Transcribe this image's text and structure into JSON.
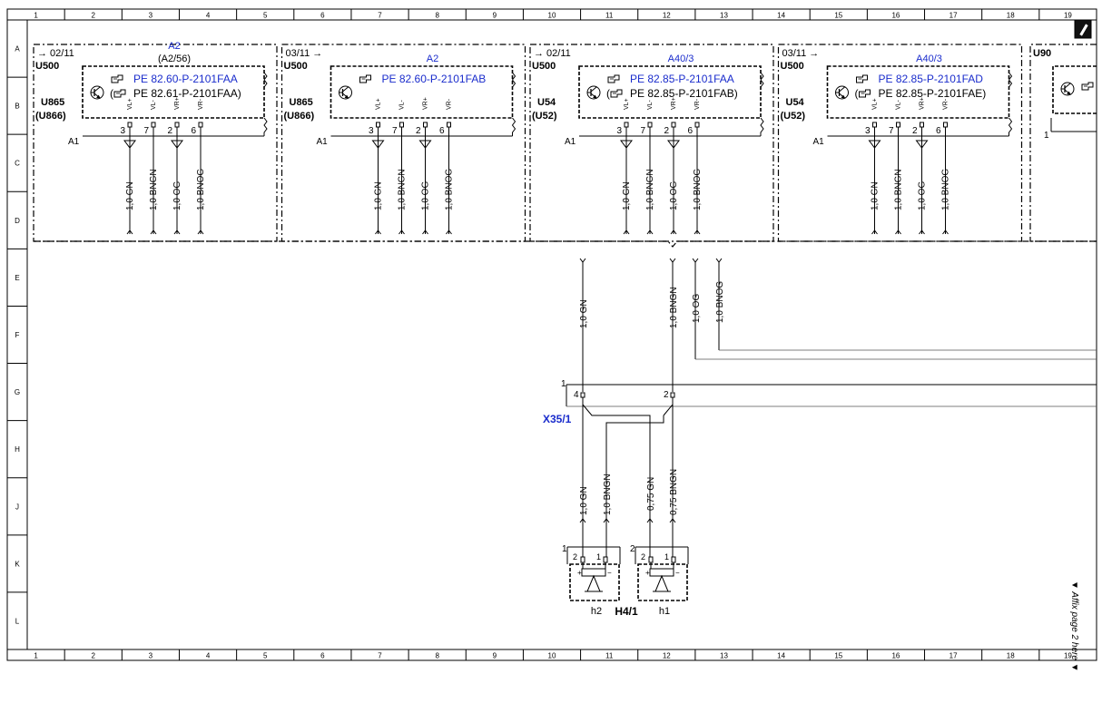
{
  "grid": {
    "columns": [
      "1",
      "2",
      "3",
      "4",
      "5",
      "6",
      "7",
      "8",
      "9",
      "10",
      "11",
      "12",
      "13",
      "14",
      "15",
      "16",
      "17",
      "18",
      "19"
    ],
    "rows": [
      "A",
      "B",
      "C",
      "D",
      "E",
      "F",
      "G",
      "H",
      "J",
      "K",
      "L"
    ]
  },
  "colors": {
    "link": "#1a2ccc",
    "line": "#000000",
    "thin": "#555555"
  },
  "side_note": "▼ Affix page 2 here ▼",
  "modules": [
    {
      "date": "02/11",
      "date_arrow_left": true,
      "title": "A2",
      "subtitle": "(A2/56)",
      "code": "U500",
      "sub": "U865",
      "sub2": "(U866)",
      "ref1": "PE 82.60-P-2101FAA",
      "ref2": "PE 82.61-P-2101FAA",
      "ref2_paren": true,
      "connector": "A1",
      "pins": [
        "3",
        "7",
        "2",
        "6"
      ],
      "pin_labels": [
        "VL+",
        "VL-",
        "VR+",
        "VR-"
      ],
      "wires": [
        "1,0 GN",
        "1,0 BNGN",
        "1,0 OG",
        "1,0 BNOG"
      ]
    },
    {
      "date": "03/11",
      "date_arrow_left": false,
      "title": "A2",
      "subtitle": "",
      "code": "U500",
      "sub": "U865",
      "sub2": "(U866)",
      "ref1": "PE 82.60-P-2101FAB",
      "ref2": "",
      "ref2_paren": false,
      "connector": "A1",
      "pins": [
        "3",
        "7",
        "2",
        "6"
      ],
      "pin_labels": [
        "VL+",
        "VL-",
        "VR+",
        "VR-"
      ],
      "wires": [
        "1,0 GN",
        "1,0 BNGN",
        "1,0 OG",
        "1,0 BNOG"
      ]
    },
    {
      "date": "02/11",
      "date_arrow_left": true,
      "title": "A40/3",
      "subtitle": "",
      "code": "U500",
      "sub": "U54",
      "sub2": "(U52)",
      "ref1": "PE 82.85-P-2101FAA",
      "ref2": "PE 82.85-P-2101FAB",
      "ref2_paren": true,
      "connector": "A1",
      "pins": [
        "3",
        "7",
        "2",
        "6"
      ],
      "pin_labels": [
        "VL+",
        "VL-",
        "VR+",
        "VR-"
      ],
      "wires": [
        "1,0 GN",
        "1,0 BNGN",
        "1,0 OG",
        "1,0 BNOG"
      ]
    },
    {
      "date": "03/11",
      "date_arrow_left": false,
      "title": "A40/3",
      "subtitle": "",
      "code": "U500",
      "sub": "U54",
      "sub2": "(U52)",
      "ref1": "PE 82.85-P-2101FAD",
      "ref2": "PE 82.85-P-2101FAE",
      "ref2_paren": true,
      "connector": "A1",
      "pins": [
        "3",
        "7",
        "2",
        "6"
      ],
      "pin_labels": [
        "VL+",
        "VL-",
        "VR+",
        "VR-"
      ],
      "wires": [
        "1,0 GN",
        "1,0 BNGN",
        "1,0 OG",
        "1,0 BNOG"
      ]
    }
  ],
  "partial_module": {
    "code": "U90",
    "pin": "1"
  },
  "bus_wires": [
    "1,0 GN",
    "1,0 BNGN",
    "1,0 OG",
    "1,0 BNOG"
  ],
  "connector_x35": {
    "name": "X35/1",
    "pin_main": "1",
    "pins": [
      "4",
      "2"
    ]
  },
  "lower_wires": [
    "1,0 GN",
    "1,0 BNGN",
    "0,75 GN",
    "0,75 BNGN"
  ],
  "speaker": {
    "name": "H4/1",
    "units": [
      {
        "index": "1",
        "name": "h2",
        "pins": [
          "2",
          "1"
        ]
      },
      {
        "index": "2",
        "name": "h1",
        "pins": [
          "2",
          "1"
        ]
      }
    ]
  }
}
